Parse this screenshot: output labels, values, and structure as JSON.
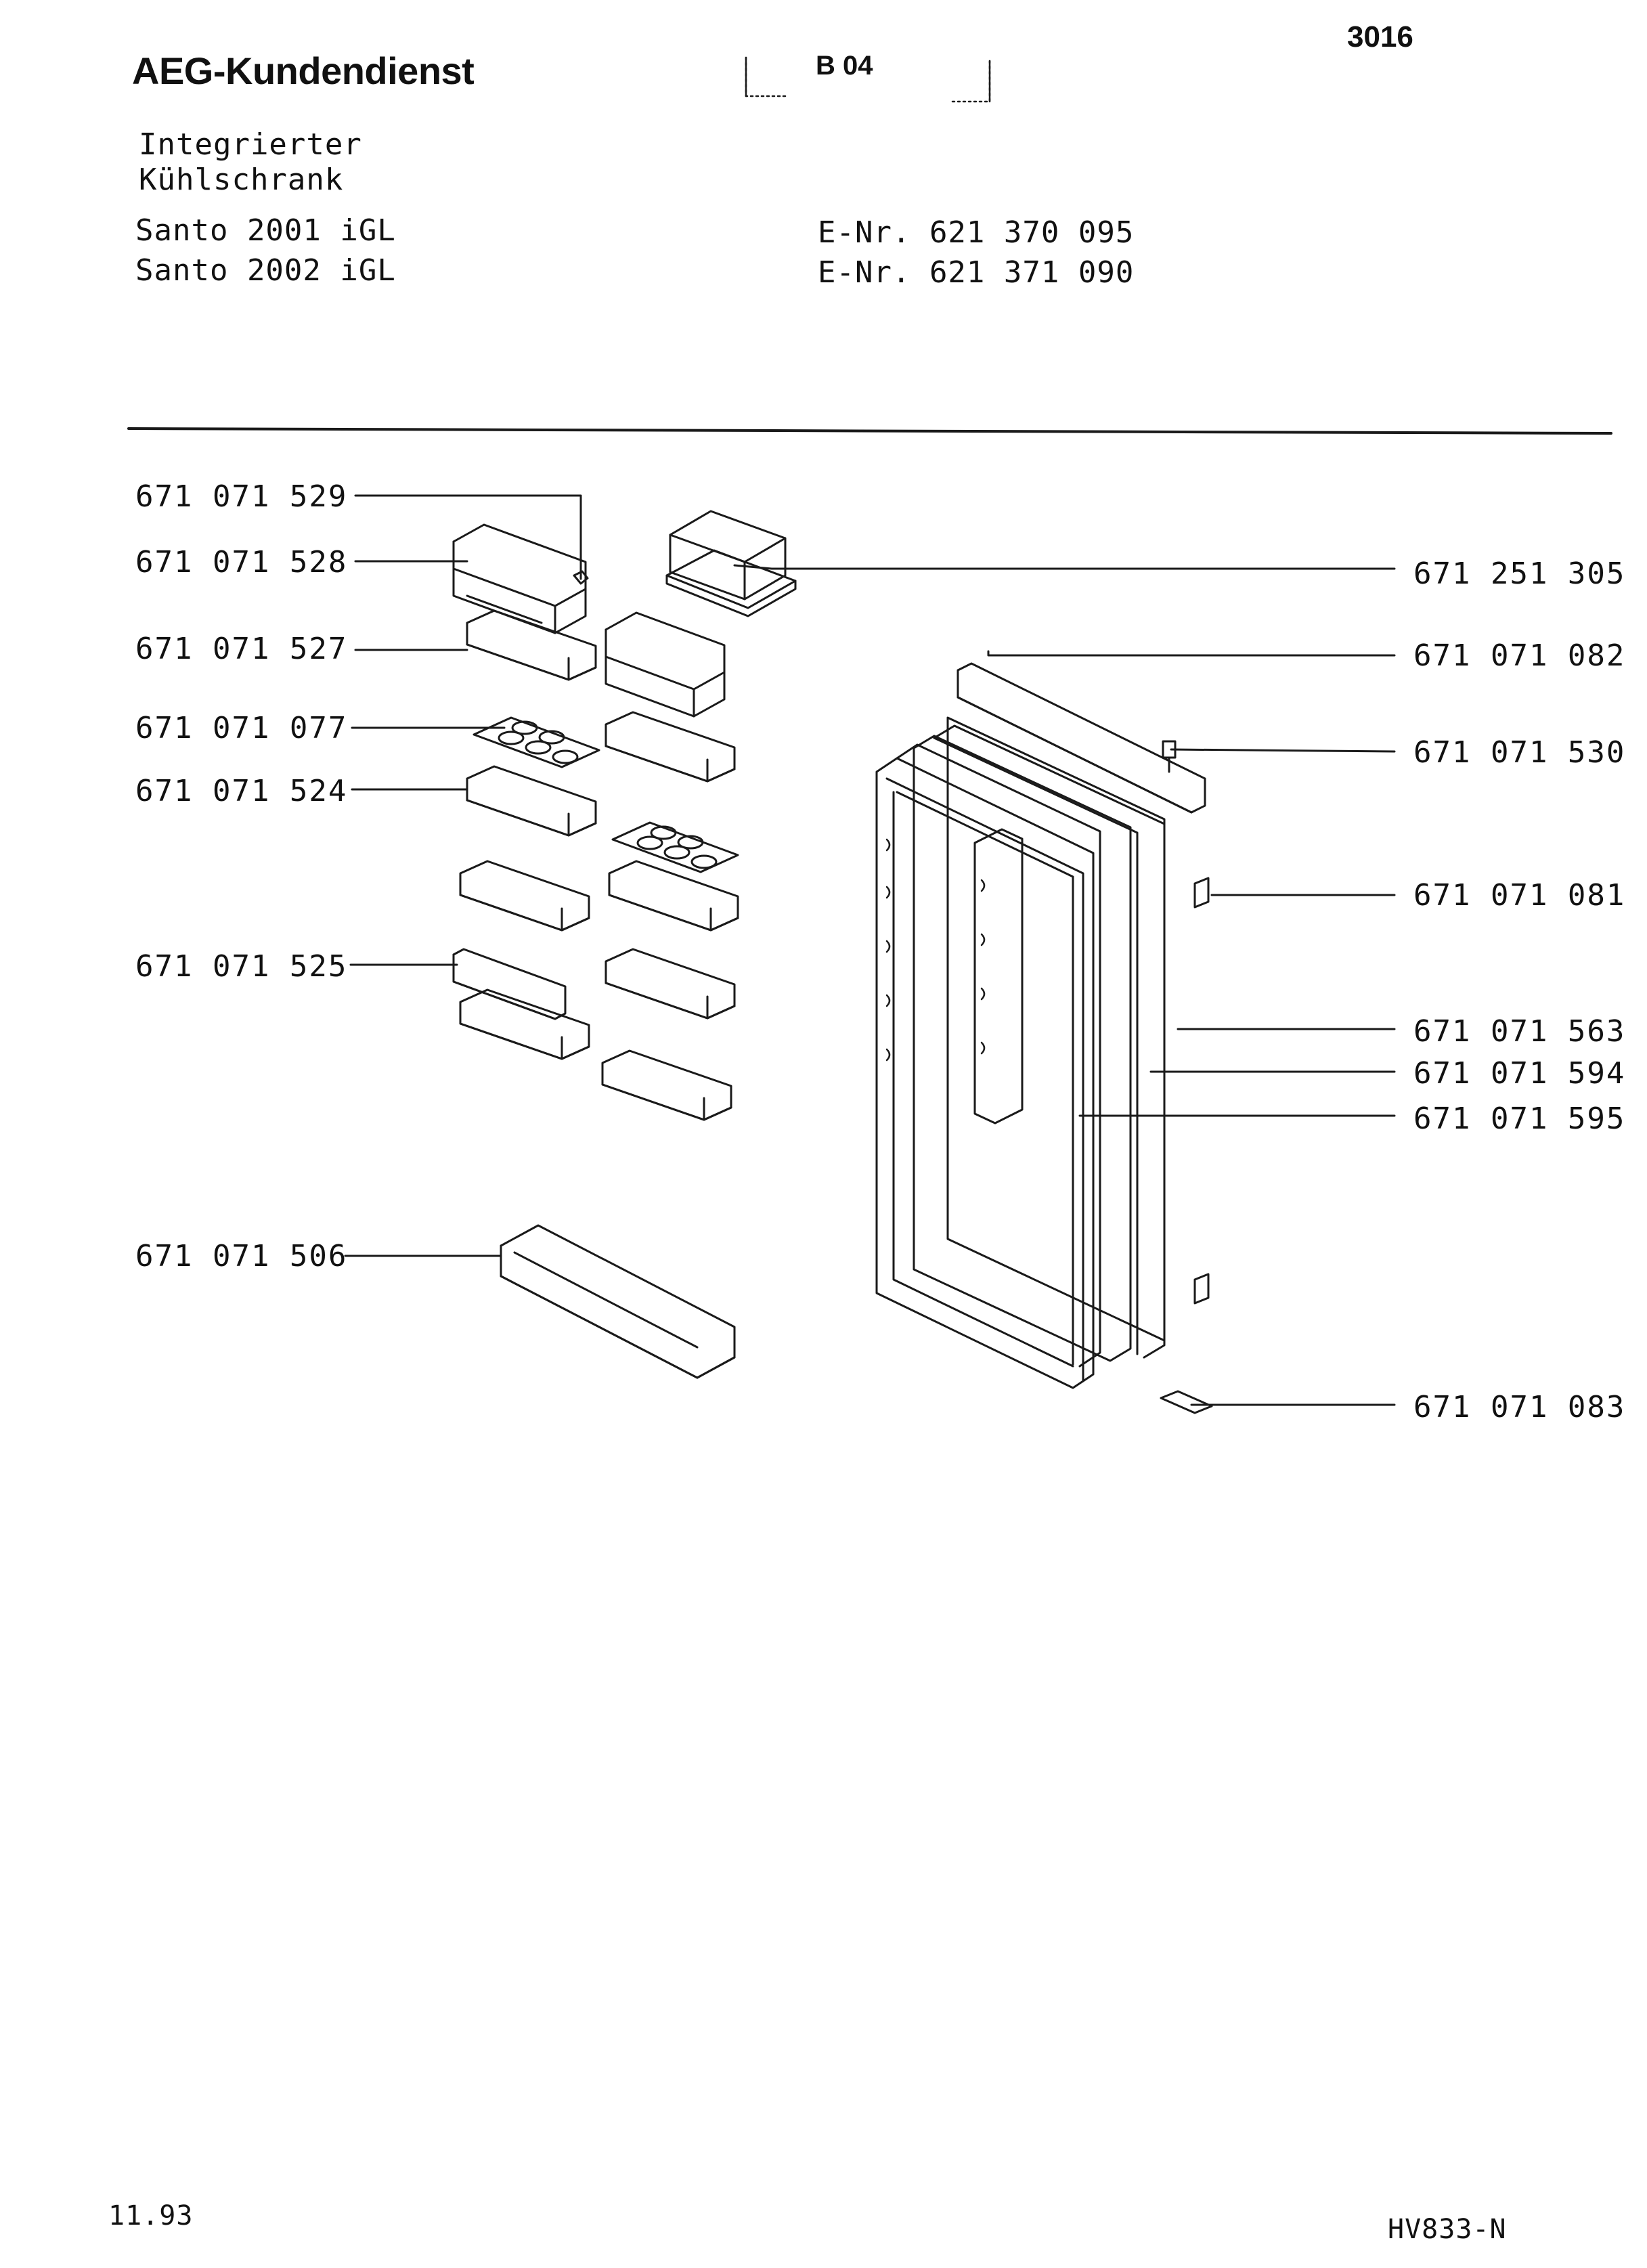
{
  "header": {
    "brand": "AEG-Kundendienst",
    "section": "B 04",
    "page_number": "3016"
  },
  "product": {
    "type_line1": "Integrierter",
    "type_line2": "Kühlschrank",
    "models": [
      {
        "name": "Santo 2001 iGL",
        "enr": "E-Nr. 621 370 095"
      },
      {
        "name": "Santo 2002 iGL",
        "enr": "E-Nr. 621 371 090"
      }
    ]
  },
  "parts_left": [
    "671 071 529",
    "671 071 528",
    "671 071 527",
    "671 071 077",
    "671 071 524",
    "671 071 525",
    "671 071 506"
  ],
  "parts_right": [
    "671 251 305",
    "671 071 082",
    "671 071 530",
    "671 071 081",
    "671 071 563",
    "671 071 594",
    "671 071 595",
    "671 071 083"
  ],
  "footer": {
    "date": "11.93",
    "code": "HV833-N"
  }
}
